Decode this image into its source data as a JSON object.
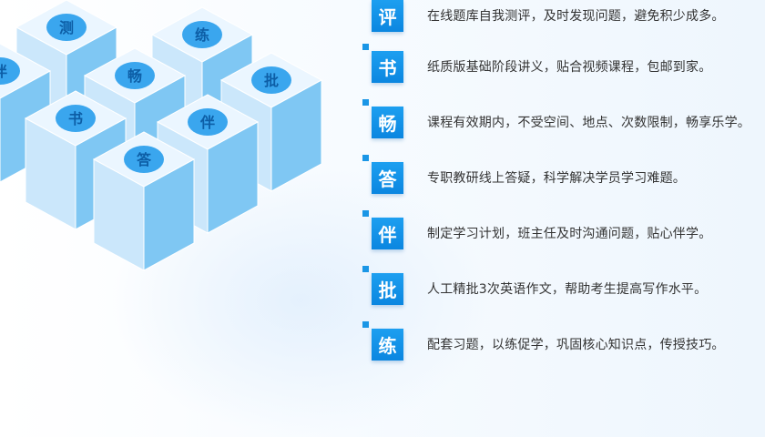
{
  "colors": {
    "accent": "#1a96e6",
    "badge_bg": "#0b86e0",
    "cube_top": "#ebf6ff",
    "cube_left": "#cbe7fb",
    "cube_right": "#7fc7f3",
    "circle": "#3aa6ee",
    "text": "#333333"
  },
  "features": [
    {
      "char": "评",
      "text": "在线题库自我测评，及时发现问题，避免积少成多。"
    },
    {
      "char": "书",
      "text": "纸质版基础阶段讲义，贴合视频课程，包邮到家。"
    },
    {
      "char": "畅",
      "text": "课程有效期内，不受空间、地点、次数限制，畅享乐学。"
    },
    {
      "char": "答",
      "text": "专职教研线上答疑，科学解决学员学习难题。"
    },
    {
      "char": "伴",
      "text": "制定学习计划，班主任及时沟通问题，贴心伴学。"
    },
    {
      "char": "批",
      "text": "人工精批3次英语作文，帮助考生提高写作水平。"
    },
    {
      "char": "练",
      "text": "配套习题，以练促学，巩固核心知识点，传授技巧。"
    }
  ],
  "cubes": [
    {
      "char": "测"
    },
    {
      "char": "练"
    },
    {
      "char": "伴"
    },
    {
      "char": "畅"
    },
    {
      "char": "批"
    },
    {
      "char": "书"
    },
    {
      "char": "伴"
    },
    {
      "char": "答"
    }
  ]
}
